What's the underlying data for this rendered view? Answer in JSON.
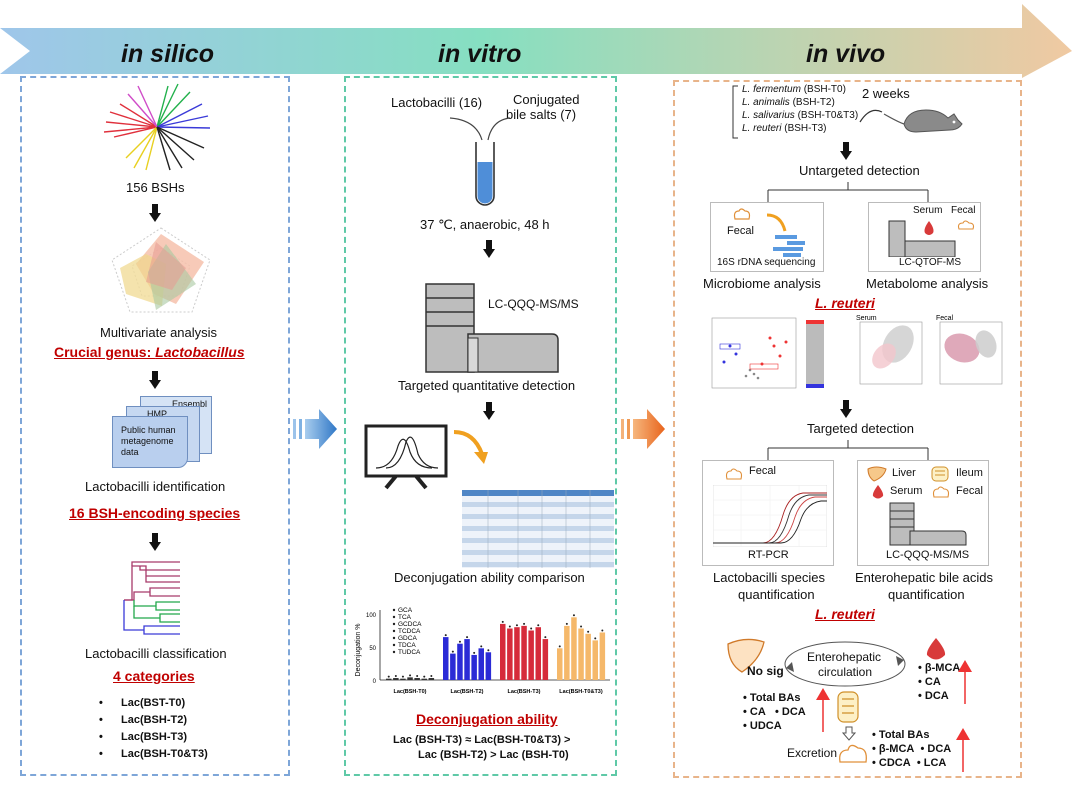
{
  "headers": {
    "silico": "in silico",
    "vitro": "in vitro",
    "vivo": "in vivo"
  },
  "colors": {
    "silico_border": "#7ea6d8",
    "vitro_border": "#5fc9a7",
    "vivo_border": "#e8b48a",
    "accent_red": "#c00000",
    "arrow_blue": "#3a7fc9",
    "arrow_orange": "#e8782a"
  },
  "silico": {
    "bsh_count": "156 BSHs",
    "multivariate": "Multivariate analysis",
    "crucial_prefix": "Crucial genus: ",
    "crucial_genus": "Lactobacillus",
    "db_ensembl": "Ensembl",
    "db_hmp": "HMP",
    "db_public": "Public human metagenome data",
    "identification": "Lactobacilli  identification",
    "species": "16 BSH-encoding species",
    "classification": "Lactobacilli  classification",
    "categories": "4 categories",
    "category_list": [
      "Lac(BST-T0)",
      "Lac(BSH-T2)",
      "Lac(BSH-T3)",
      "Lac(BSH-T0&T3)"
    ]
  },
  "vitro": {
    "lactobacilli": "Lactobacilli (16)",
    "conjugated": "Conjugated",
    "bile_salts": "bile salts (7)",
    "conditions": "37 ℃, anaerobic, 48 h",
    "instrument": "LC-QQQ-MS/MS",
    "targeted": "Targeted quantitative detection",
    "comparison": "Deconjugation ability comparison",
    "ability": "Deconjugation ability",
    "ranking_line1": "Lac (BSH-T3) ≈ Lac(BSH-T0&T3) >",
    "ranking_line2": "Lac (BSH-T2) > Lac (BSH-T0)"
  },
  "chart_data": {
    "type": "bar",
    "ylabel": "Deconjugation %",
    "yticks": [
      "0",
      "50",
      "100"
    ],
    "ylim": [
      0,
      100
    ],
    "legend": [
      "GCA",
      "TCA",
      "GCDCA",
      "TCDCA",
      "GDCA",
      "TDCA",
      "TUDCA"
    ],
    "categories": [
      "Lac(BSH-T0)",
      "Lac(BSH-T2)",
      "Lac(BSH-T3)",
      "Lac(BSH-T0&T3)"
    ],
    "group_colors": [
      "#333333",
      "#2b2bd6",
      "#d62b3a",
      "#f5b86a"
    ],
    "values": [
      [
        2,
        3,
        2,
        4,
        3,
        2,
        3
      ],
      [
        65,
        40,
        55,
        62,
        38,
        48,
        42
      ],
      [
        85,
        78,
        80,
        82,
        75,
        80,
        62
      ],
      [
        48,
        82,
        95,
        78,
        70,
        60,
        72
      ]
    ]
  },
  "vivo": {
    "strains": [
      {
        "name": "L. fermentum",
        "tag": " (BSH-T0)"
      },
      {
        "name": "L. animalis",
        "tag": " (BSH-T2)"
      },
      {
        "name": "L. salivarius",
        "tag": " (BSH-T0&T3)"
      },
      {
        "name": "L. reuteri",
        "tag": " (BSH-T3)"
      }
    ],
    "duration": "2 weeks",
    "untargeted": "Untargeted detection",
    "fecal": "Fecal",
    "serum": "Serum",
    "seq": "16S rDNA sequencing",
    "qtof": "LC-QTOF-MS",
    "microbiome": "Microbiome analysis",
    "metabolome": "Metabolome analysis",
    "reuteri": "L. reuteri",
    "targeted": "Targeted detection",
    "rtpcr": "RT-PCR",
    "liver": "Liver",
    "ileum": "Ileum",
    "qqq": "LC-QQQ-MS/MS",
    "species_quant_1": "Lactobacilli species",
    "species_quant_2": "quantification",
    "bile_quant_1": "Enterohepatic bile acids",
    "bile_quant_2": "quantification",
    "enterohepatic_1": "Enterohepatic",
    "enterohepatic_2": "circulation",
    "no_sig": "No sig",
    "serum_list": [
      "β-MCA",
      "CA",
      "DCA"
    ],
    "ileum_list_1": "Total BAs",
    "ileum_list_2a": "CA",
    "ileum_list_2b": "DCA",
    "ileum_list_3": "UDCA",
    "excretion": "Excretion",
    "fecal_list_1": "Total BAs",
    "fecal_list_2a": "β-MCA",
    "fecal_list_2b": "DCA",
    "fecal_list_3a": "CDCA",
    "fecal_list_3b": "LCA"
  }
}
